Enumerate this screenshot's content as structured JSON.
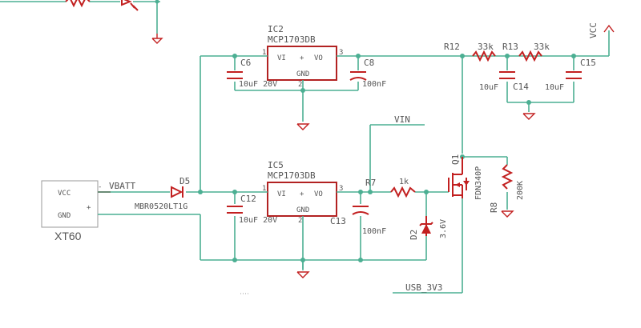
{
  "components": {
    "ic2": {
      "name": "IC2",
      "part": "MCP1703DB",
      "vi": "VI",
      "vo": "VO",
      "plus": "+",
      "gnd": "GND",
      "pin1": "1",
      "pin2": "2",
      "pin3": "3"
    },
    "ic5": {
      "name": "IC5",
      "part": "MCP1703DB",
      "vi": "VI",
      "vo": "VO",
      "plus": "+",
      "gnd": "GND",
      "pin1": "1",
      "pin2": "2",
      "pin3": "3"
    },
    "c6": {
      "name": "C6",
      "value": "10uF 20V"
    },
    "c8": {
      "name": "C8",
      "value": "100nF"
    },
    "c12": {
      "name": "C12",
      "value": "10uF 20V"
    },
    "c13": {
      "name": "C13",
      "value": "100nF"
    },
    "c14": {
      "name": "C14",
      "value": "10uF"
    },
    "c15": {
      "name": "C15",
      "value": "10uF"
    },
    "r12": {
      "name": "R12",
      "value": "33k"
    },
    "r13": {
      "name": "R13",
      "value": "33k"
    },
    "r7": {
      "name": "R7",
      "value": "1k"
    },
    "r8": {
      "name": "R8",
      "value": "200K"
    },
    "d5": {
      "name": "D5",
      "part": "MBR0520LT1G"
    },
    "d2": {
      "name": "D2",
      "value": "3.6V"
    },
    "q1": {
      "name": "Q1",
      "part": "FDN340P"
    },
    "xt60": {
      "name": "XT60",
      "pin_vcc": "VCC",
      "pin_gnd": "GND",
      "plus": "+",
      "minus": "-"
    }
  },
  "nets": {
    "vbatt": "VBATT",
    "vin": "VIN",
    "vcc": "VCC",
    "usb": "USB_3V3"
  }
}
